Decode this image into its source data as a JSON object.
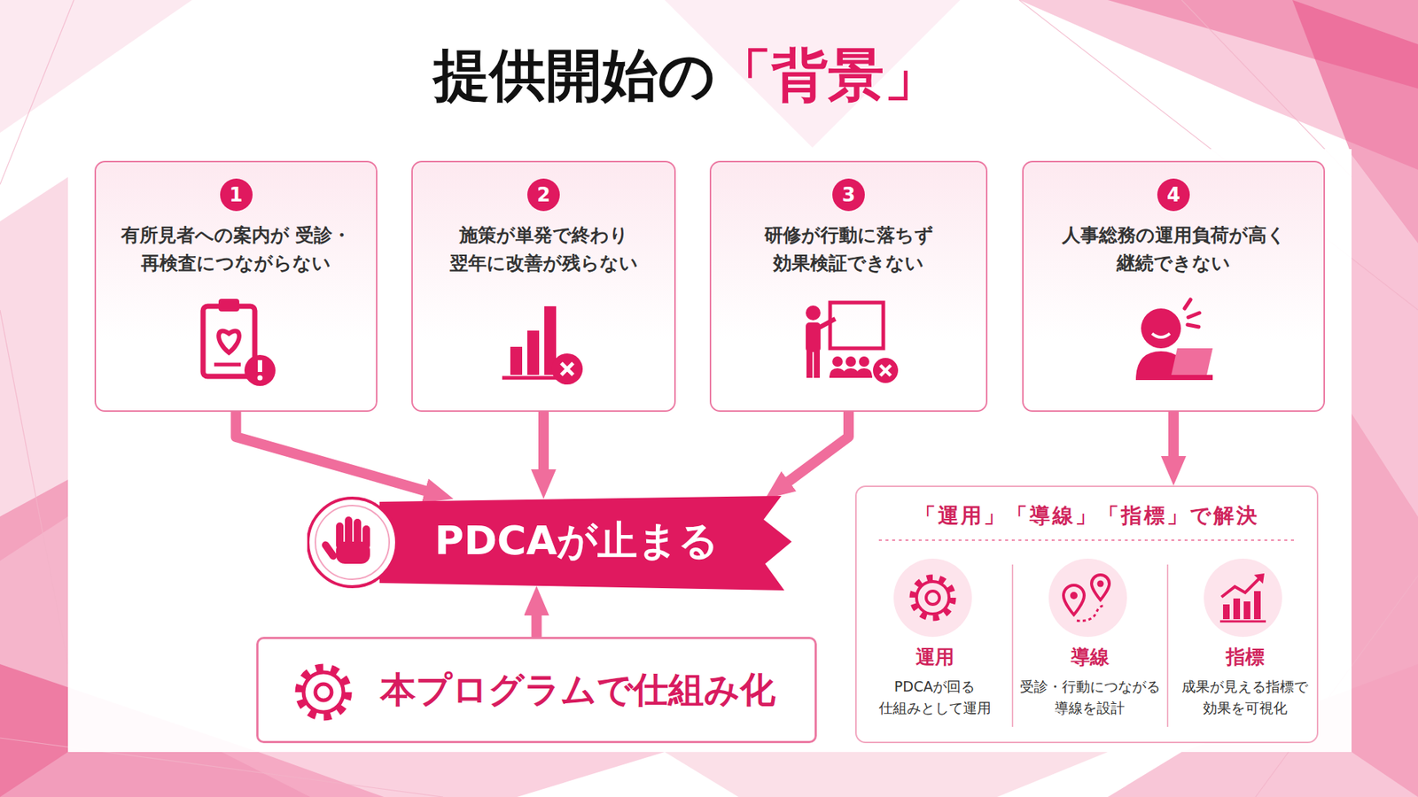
{
  "diagram": {
    "title": "提供開始の",
    "nodes": [
      {
        "text": [
          "1",
          "有所見者への案内が 受診・再検査につながらない"
        ]
      },
      {
        "text": [
          "2",
          "施策が単発で終わり 翌年に改善が残らない"
        ]
      },
      {
        "text": [
          "3",
          "研修が行動に落ちず 効果検証できない"
        ]
      },
      {
        "text": [
          "4",
          "人事総務の運用負荷が高く 継続できない"
        ]
      },
      {
        "text": [
          "PDCAが止まる"
        ]
      },
      {
        "text": [
          "本プログラムで仕組み化"
        ]
      },
      {
        "text": [
          "「運用」「導線」「指標」で解決"
        ]
      },
      {
        "text": [
          "運用",
          "PDCAが回る 仕組みとして運用"
        ],
        "in": 6
      },
      {
        "text": [
          "導線",
          "受診・行動につながる 導線を設計"
        ],
        "in": 6
      },
      {
        "text": [
          "指標",
          "成果が見える指標で 効果を可視化"
        ],
        "in": 6
      }
    ],
    "edges": [
      {
        "from": 0,
        "to": 4,
        "arrow": "to"
      },
      {
        "from": 1,
        "to": 4,
        "arrow": "to"
      },
      {
        "from": 2,
        "to": 4,
        "arrow": "to"
      },
      {
        "from": 3,
        "to": 6,
        "arrow": "to"
      },
      {
        "from": 5,
        "to": 4,
        "arrow": "to"
      }
    ],
    "labels": [
      "「背景」"
    ]
  }
}
